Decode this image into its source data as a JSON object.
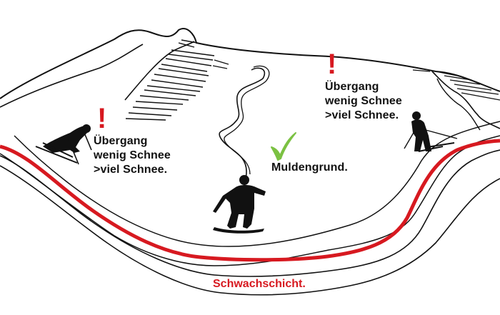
{
  "colors": {
    "ink": "#111111",
    "accent_red": "#d71920",
    "check_green": "#7bc142",
    "background": "#ffffff"
  },
  "labels": {
    "left_warning": {
      "mark": "!",
      "lines": [
        "Übergang",
        "wenig Schnee",
        ">viel Schnee."
      ]
    },
    "right_warning": {
      "mark": "!",
      "lines": [
        "Übergang",
        "wenig Schnee",
        ">viel Schnee."
      ]
    },
    "center": {
      "mark_icon": "check-icon",
      "text": "Muldengrund."
    },
    "weak_layer": "Schwachschicht."
  },
  "figures": [
    "skier-left-silhouette",
    "snowboarder-silhouette",
    "skier-right-silhouette"
  ]
}
